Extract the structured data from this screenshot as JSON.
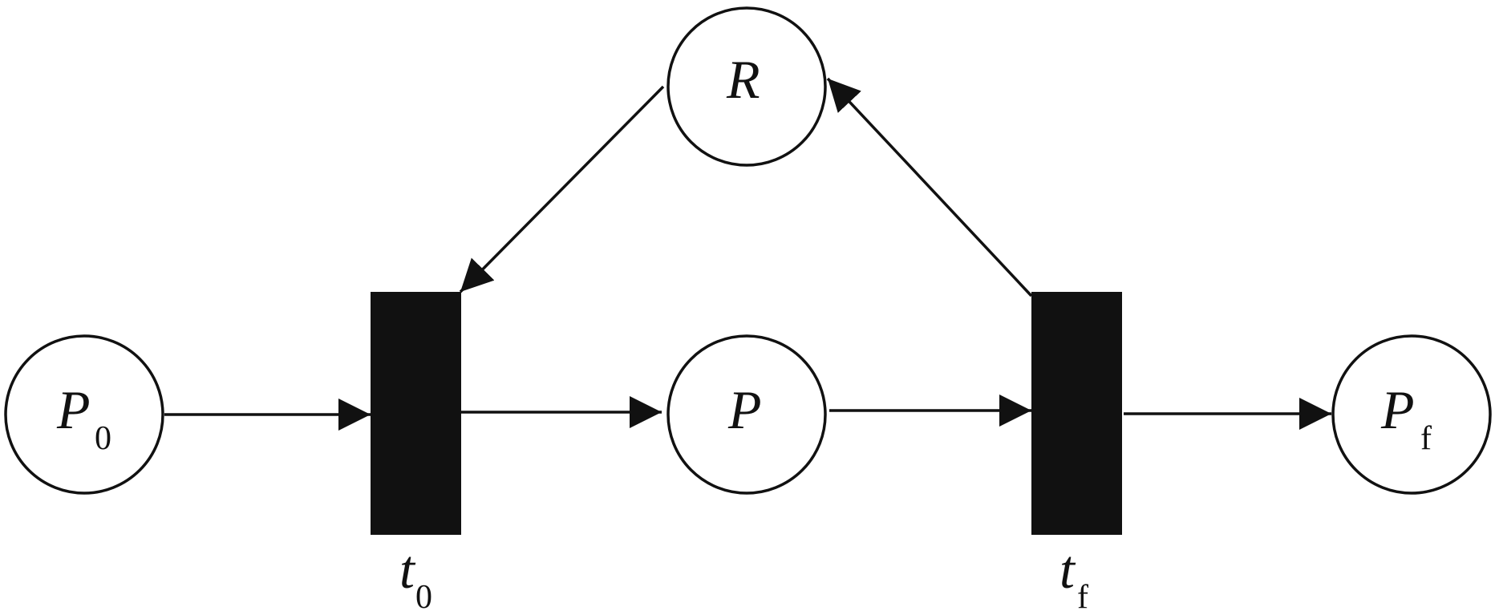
{
  "diagram": {
    "places": {
      "p0": {
        "main": "P",
        "sub": "0"
      },
      "p": {
        "main": "P",
        "sub": ""
      },
      "pf": {
        "main": "P",
        "sub": "f"
      },
      "r": {
        "main": "R",
        "sub": ""
      }
    },
    "transitions": {
      "t0": {
        "main": "t",
        "sub": "0"
      },
      "tf": {
        "main": "t",
        "sub": "f"
      }
    },
    "colors": {
      "stroke": "#111111",
      "transition_fill": "#111111",
      "place_fill": "#ffffff",
      "background": "#ffffff"
    }
  }
}
